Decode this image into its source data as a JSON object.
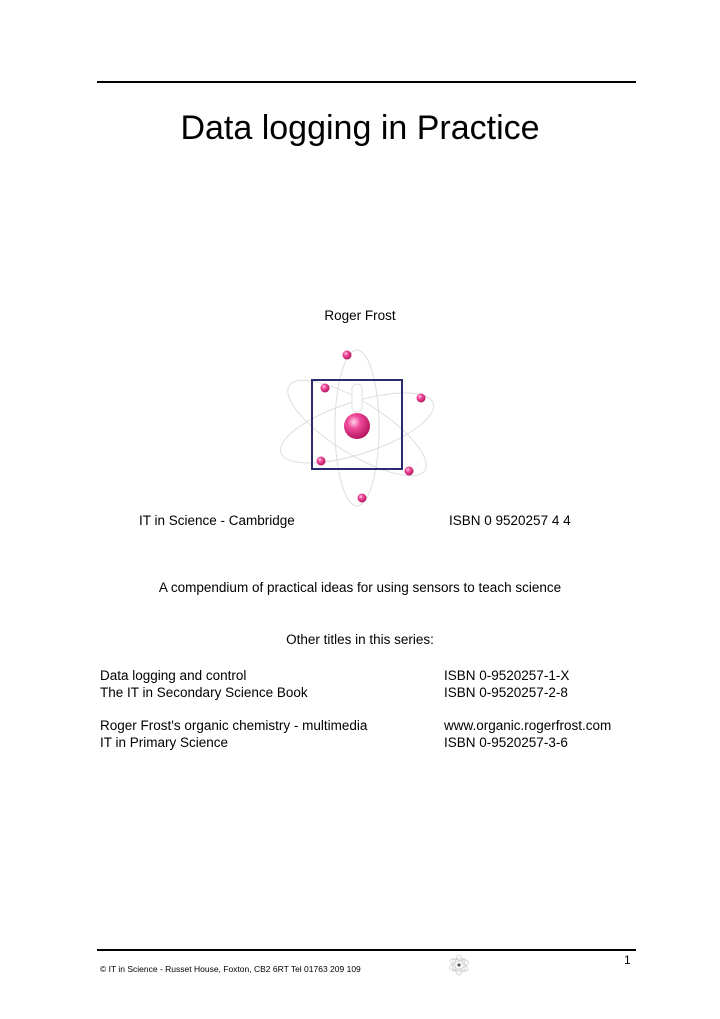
{
  "page": {
    "title": "Data logging in Practice",
    "author": "Roger Frost",
    "publisher": "IT in Science - Cambridge",
    "isbn": "ISBN 0 9520257 4 4",
    "tagline": "A compendium of practical ideas for using sensors to teach science",
    "logo_icon": "atom-icon",
    "colors": {
      "box": "#2b2a6e",
      "electron": "#e0308a",
      "orbit": "#dddddd",
      "rule": "#000000"
    }
  },
  "series": {
    "heading": "Other titles in this series:",
    "groups": [
      [
        {
          "title": "Data logging and control",
          "id": "ISBN 0-9520257-1-X"
        },
        {
          "title": "The IT in Secondary Science Book",
          "id": "ISBN 0-9520257-2-8"
        }
      ],
      [
        {
          "title": "Roger Frost's organic chemistry - multimedia",
          "id": "www.organic.rogerfrost.com"
        },
        {
          "title": "IT in Primary Science",
          "id": "ISBN 0-9520257-3-6"
        }
      ]
    ]
  },
  "footer": {
    "text": "© IT in Science - Russet House, Foxton, CB2 6RT Tel 01763 209 109",
    "page_number": "1",
    "logo_icon": "small-atom-icon"
  }
}
